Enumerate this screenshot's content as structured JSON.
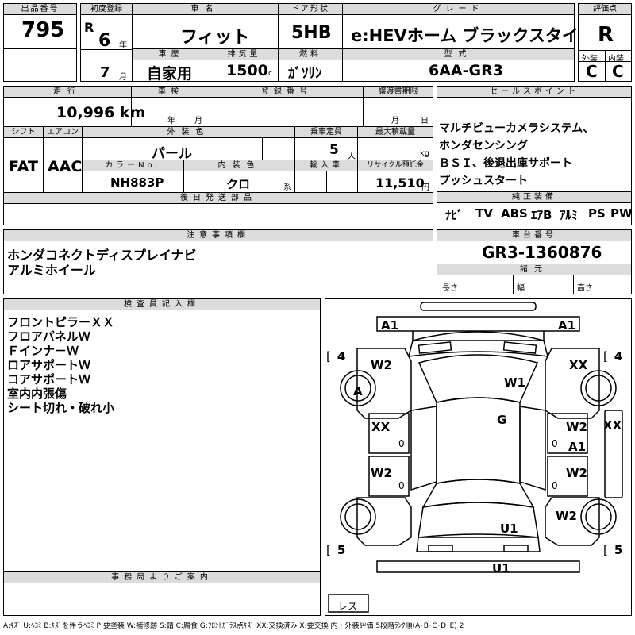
{
  "header": {
    "lot_label": "出品番号",
    "lot_no": "795",
    "reg_label": "初度登録",
    "era": "R",
    "year": "6",
    "year_unit": "年",
    "month": "7",
    "month_unit": "月",
    "name_label": "車名",
    "name": "フィット",
    "door_label": "ドア形状",
    "door": "5HB",
    "grade_label": "グレード",
    "grade": "e:HEVホーム ブラックスタイル",
    "score_label": "評価点",
    "score": "R",
    "history_label": "車歴",
    "history": "自家用",
    "cc_label": "排気量",
    "cc": "1500",
    "cc_unit": "cc",
    "fuel_label": "燃料",
    "fuel": "ｶﾞｿﾘﾝ",
    "model_label": "型式",
    "model": "6AA-GR3",
    "ext_label": "外装",
    "ext": "C",
    "int_label": "内装",
    "int": "C"
  },
  "row2": {
    "mileage_label": "走行",
    "mileage": "10,996 km",
    "inspection_label": "車検",
    "insp_year_unit": "年",
    "insp_month_unit": "月",
    "plate_label": "登録番号",
    "transfer_label": "譲渡書期限",
    "transfer_month_unit": "月",
    "transfer_day_unit": "日",
    "shift_label": "シフト",
    "shift": "FAT",
    "ac_label": "エアコン",
    "ac": "AAC",
    "color_label": "外装色",
    "color": "パール",
    "seats_label": "乗車定員",
    "seats": "5",
    "seats_unit": "人",
    "load_label": "最大積載量",
    "load_unit": "kg",
    "color_no_label": "カラーNo.",
    "color_no": "NH883P",
    "int_color_label": "内装色",
    "int_color": "クロ",
    "int_color_unit": "系",
    "import_label": "輸入車",
    "recycle_label": "リサイクル預託金",
    "recycle": "11,510",
    "recycle_unit": "円",
    "later_label": "後日発送部品"
  },
  "sales": {
    "label": "セールスポイント",
    "lines": [
      "マルチビューカメラシステム、",
      "ホンダセンシング",
      "ＢＳＩ、後退出庫サポート",
      "プッシュスタート"
    ]
  },
  "equip": {
    "label": "純正装備",
    "items": [
      "ﾅﾋﾞ",
      "TV",
      "ABS",
      "ｴｱB",
      "ｱﾙﾐ",
      "PS",
      "PW"
    ]
  },
  "notes": {
    "label": "注意事項欄",
    "lines": [
      "ホンダコネクトディスプレイナビ",
      "アルミホイール"
    ]
  },
  "chassis": {
    "label": "車台番号",
    "value": "GR3-1360876",
    "spec_label": "諸元",
    "length_label": "長さ",
    "width_label": "幅",
    "height_label": "高さ"
  },
  "inspector": {
    "label": "検査員記入欄",
    "lines": [
      "フロントピラーＸＸ",
      "フロアパネルＷ",
      "Ｆインナ－Ｗ",
      "ロアサポートＷ",
      "コアサポートＷ",
      "室内内張傷",
      "シート切れ・破れ小"
    ]
  },
  "office": {
    "label": "事務局よりご案内"
  },
  "diagram": {
    "marks": {
      "a1_left": "A1",
      "a1_right": "A1",
      "tire_fl": "4",
      "tire_fr": "4",
      "tire_rl": "5",
      "tire_rr": "5",
      "w2_fl": "W2",
      "xx_fr": "XX",
      "a_fl": "A",
      "w1": "W1",
      "g": "G",
      "xx_ld": "XX",
      "w2_rd": "W2",
      "xx_edge": "XX",
      "a1_rd": "A1",
      "w2_lr": "W2",
      "w2_rr": "W2",
      "w2_rqr": "W2",
      "u1_roof": "U1",
      "u1_rear": "U1",
      "zero_a": "0",
      "zero_b": "0",
      "zero_c": "0",
      "zero_d": "0",
      "less": "レス"
    }
  },
  "legend": "A:ｷｽﾞ U:ﾍｺﾐ B:ｷｽﾞを伴うﾍｺﾐ P:要塗装 W:補修跡 S:錆 C:腐食 G:ﾌﾛﾝﾄｶﾞﾗｽ点ｷｽﾞ XX:交換済み X:要交換 内・外装評価 5段階ﾗﾝｸ順(A･B･C･D･E) 2"
}
